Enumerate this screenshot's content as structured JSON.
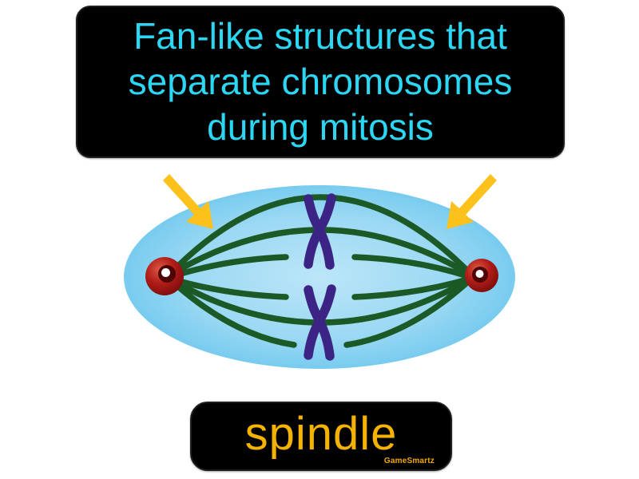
{
  "page": {
    "background": "#ffffff"
  },
  "definition_card": {
    "lines": [
      "Fan-like structures that",
      "separate chromosomes",
      "during mitosis"
    ],
    "text_color": "#2bd7f3",
    "background": "#000000"
  },
  "term_card": {
    "term": "spindle",
    "text_color": "#f5b301",
    "background": "#000000",
    "watermark": "GameSmartz",
    "watermark_color": "#f2a90b"
  },
  "figure": {
    "name": "mitotic-spindle-illustration",
    "colors": {
      "cell_center": "#bce6f8",
      "cell_mid": "#9ad8f3",
      "cell_edge": "#5ec2ec",
      "fiber": "#1b5927",
      "chromosome": "#3c2484",
      "pole_highlight": "#dd5a45",
      "pole_mid": "#b21d18",
      "pole_dark": "#700a0a",
      "pole_ring": "#4f0404",
      "pole_dot": "#ffffff",
      "arrow": "#fcc11a"
    }
  }
}
